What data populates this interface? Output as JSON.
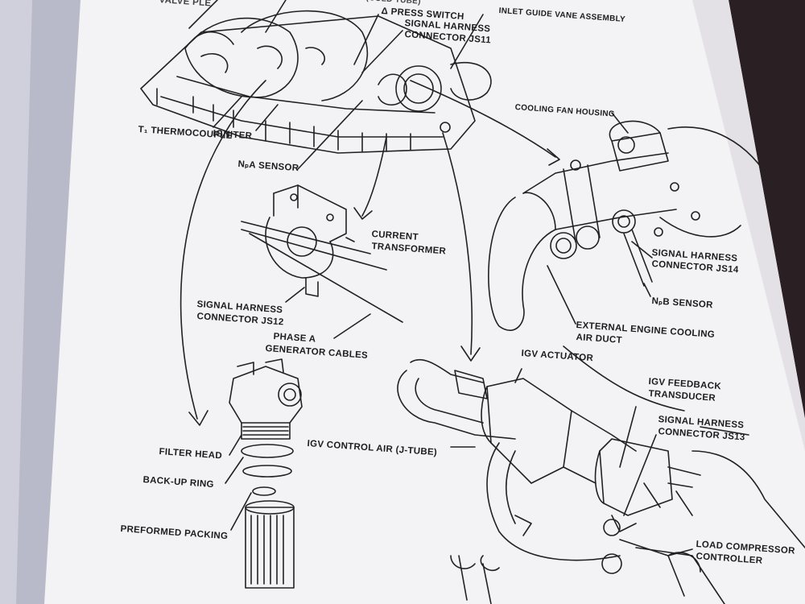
{
  "labels": {
    "valve_partial": "VALVE PLE",
    "tube_partial": "(COLD TUBE)",
    "press_switch": "Δ PRESS SWITCH",
    "signal_js11_a": "SIGNAL HARNESS",
    "signal_js11_b": "CONNECTOR JS11",
    "inlet_guide_vane": "INLET GUIDE VANE ASSEMBLY",
    "t1_thermocouple": "T₁ THERMOCOUPLE",
    "igniter": "IGNITER",
    "cooling_fan_housing": "COOLING FAN HOUSING",
    "npa_sensor": "NₚA SENSOR",
    "current_transformer_a": "CURRENT",
    "current_transformer_b": "TRANSFORMER",
    "signal_js14_a": "SIGNAL HARNESS",
    "signal_js14_b": "CONNECTOR JS14",
    "npb_sensor": "NₚB SENSOR",
    "signal_js12_a": "SIGNAL HARNESS",
    "signal_js12_b": "CONNECTOR JS12",
    "ext_cooling_duct_a": "EXTERNAL ENGINE COOLING",
    "ext_cooling_duct_b": "AIR DUCT",
    "phase_a_a": "PHASE A",
    "phase_a_b": "GENERATOR CABLES",
    "igv_actuator": "IGV ACTUATOR",
    "igv_feedback_a": "IGV FEEDBACK",
    "igv_feedback_b": "TRANSDUCER",
    "signal_js13_a": "SIGNAL HARNESS",
    "signal_js13_b": "CONNECTOR JS13",
    "filter_head": "FILTER HEAD",
    "igv_control_air": "IGV CONTROL AIR (J-TUBE)",
    "backup_ring": "BACK-UP RING",
    "preformed_packing": "PREFORMED PACKING",
    "load_compressor_a": "LOAD COMPRESSOR",
    "load_compressor_b": "CONTROLLER"
  },
  "colors": {
    "page": "#f3f2f4",
    "page_shadow": "#d8d6dc",
    "background": "#2a2024",
    "ink": "#1d1d1d"
  }
}
